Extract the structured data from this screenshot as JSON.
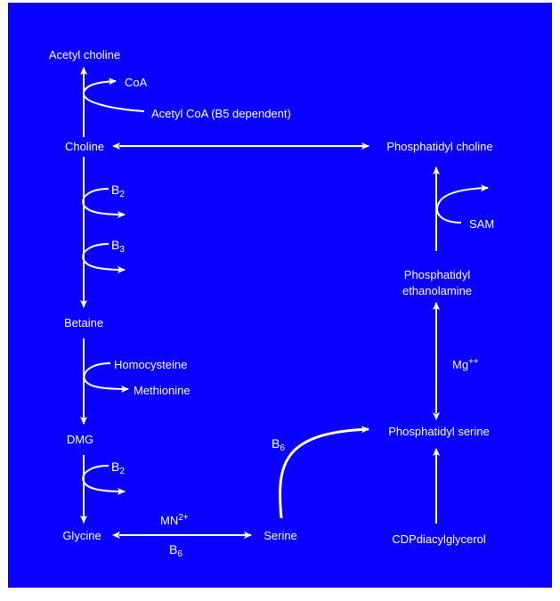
{
  "colors": {
    "background": "#0a00ff",
    "foreground": "#ffffff"
  },
  "nodes": {
    "acetyl_choline": "Acetyl choline",
    "choline": "Choline",
    "betaine": "Betaine",
    "dmg": "DMG",
    "glycine": "Glycine",
    "serine": "Serine",
    "phosphatidyl_choline": "Phosphatidyl choline",
    "phosphatidyl_ethanolamine_1": "Phosphatidyl",
    "phosphatidyl_ethanolamine_2": "ethanolamine",
    "phosphatidyl_serine": "Phosphatidyl serine",
    "cdpdiacylglycerol": "CDPdiacylglycerol"
  },
  "cofactors": {
    "coa": "CoA",
    "acetyl_coa": "Acetyl CoA (B5 dependent)",
    "b2_first": {
      "base": "B",
      "sub": "2"
    },
    "b3": {
      "base": "B",
      "sub": "3"
    },
    "homocysteine": "Homocysteine",
    "methionine": "Methionine",
    "b2_second": {
      "base": "B",
      "sub": "2"
    },
    "mn": {
      "base": "MN",
      "sup": "2+"
    },
    "b6_glycine": {
      "base": "B",
      "sub": "6"
    },
    "b6_serine": {
      "base": "B",
      "sub": "6"
    },
    "sam": "SAM",
    "mg": {
      "base": "Mg",
      "sup": "++"
    }
  }
}
